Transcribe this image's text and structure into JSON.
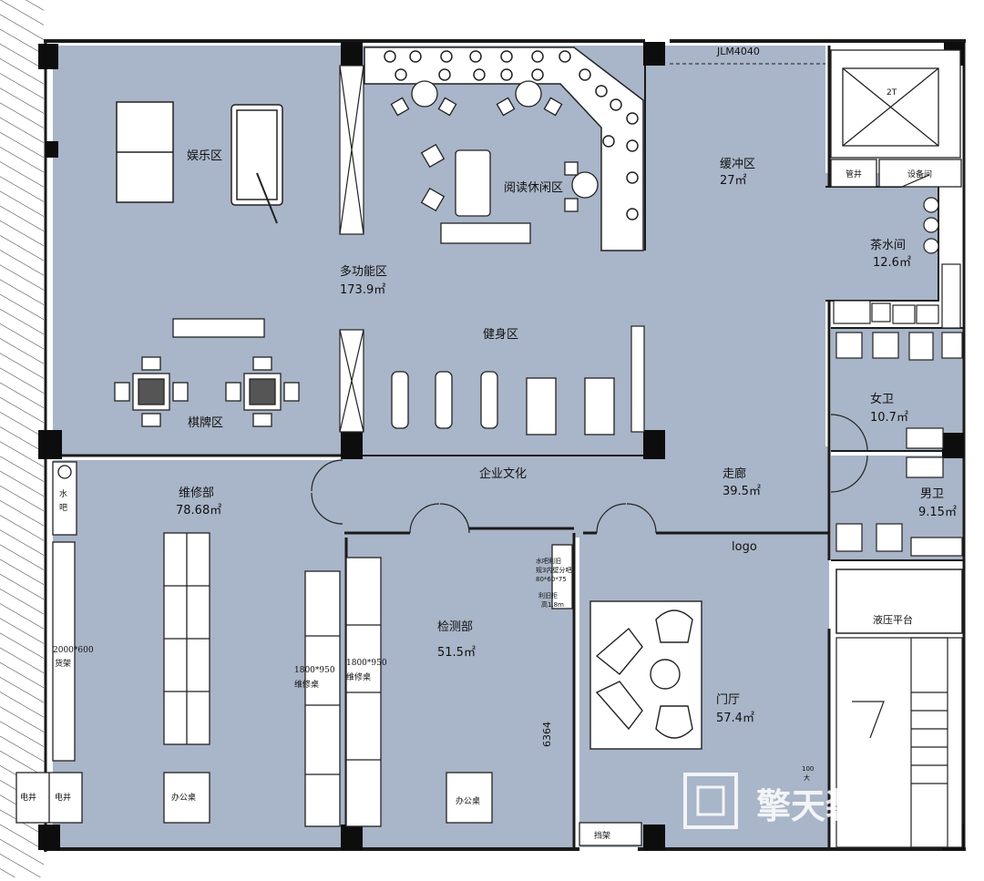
{
  "colors": {
    "room_fill": "#a9b5c8",
    "wall": "#1a1a1a",
    "furniture": "#ffffff",
    "pillar": "#0d0d0d",
    "watermark": "#ffffff"
  },
  "rooms": {
    "entertainment": {
      "name": "娱乐区"
    },
    "reading": {
      "name": "阅读休闲区"
    },
    "buffer": {
      "name": "缓冲区",
      "area": "27㎡"
    },
    "tea": {
      "name": "茶水间",
      "area": "12.6㎡"
    },
    "multi": {
      "name": "多功能区",
      "area": "173.9㎡"
    },
    "fitness": {
      "name": "健身区"
    },
    "chess": {
      "name": "棋牌区"
    },
    "women": {
      "name": "女卫",
      "area": "10.7㎡"
    },
    "men": {
      "name": "男卫",
      "area": "9.15㎡"
    },
    "culture": {
      "name": "企业文化"
    },
    "corridor": {
      "name": "走廊",
      "area": "39.5㎡"
    },
    "repair": {
      "name": "维修部",
      "area": "78.68㎡"
    },
    "testing": {
      "name": "检测部",
      "area": "51.5㎡"
    },
    "lobby": {
      "name": "门厅",
      "area": "57.4㎡"
    },
    "hydraulic": {
      "name": "液压平台"
    }
  },
  "labels": {
    "door_code": "JLM4040",
    "elevator": "2T",
    "pipe_well": "管井",
    "equipment_room": "设备间",
    "logo": "logo",
    "water_bar_v1": "水",
    "water_bar_v2": "吧",
    "shelf_size": "2000*600",
    "shelf": "货架",
    "desk_size": "1800*950",
    "repair_desk": "维修桌",
    "office_desk": "办公桌",
    "elec_well": "电井",
    "dimension": "6364",
    "note1": "水吧利旧",
    "note2": "规3内壁分吧",
    "note3": "80*60*75",
    "note4": "利旧柜",
    "note5": "高1.8m",
    "bottom_shelf": "挡架",
    "small_dim": "100",
    "small_dim2": "大",
    "watermark": "擎天装饰"
  }
}
